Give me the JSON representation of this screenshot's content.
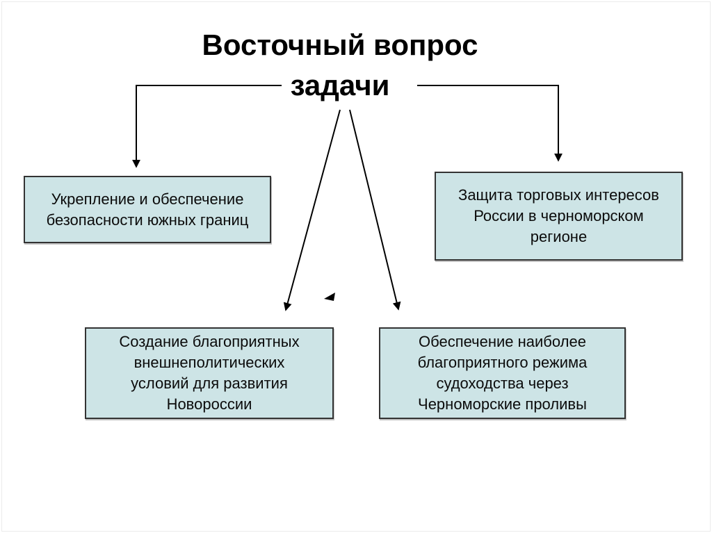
{
  "title": {
    "line1": "Восточный вопрос",
    "line2": "задачи"
  },
  "boxes": [
    {
      "name": "task-box-southern-borders",
      "text": "Укрепление и обеспечение\nбезопасности южных границ"
    },
    {
      "name": "task-box-trade-interests",
      "text": "Защита торговых интересов\nРоссии в черноморском\nрегионе"
    },
    {
      "name": "task-box-novorossiya",
      "text": "Создание благоприятных\nвнешнеполитических\nусловий для развития\nНовороссии"
    },
    {
      "name": "task-box-black-sea-straits",
      "text": "Обеспечение наиболее\nблагоприятного режима\nсудоходства через\nЧерноморские проливы"
    }
  ],
  "colors": {
    "page_bg": "#ffffff",
    "page_border": "#ececec",
    "box_fill": "#cde4e6",
    "box_border": "#333333",
    "line_color": "#000000"
  }
}
